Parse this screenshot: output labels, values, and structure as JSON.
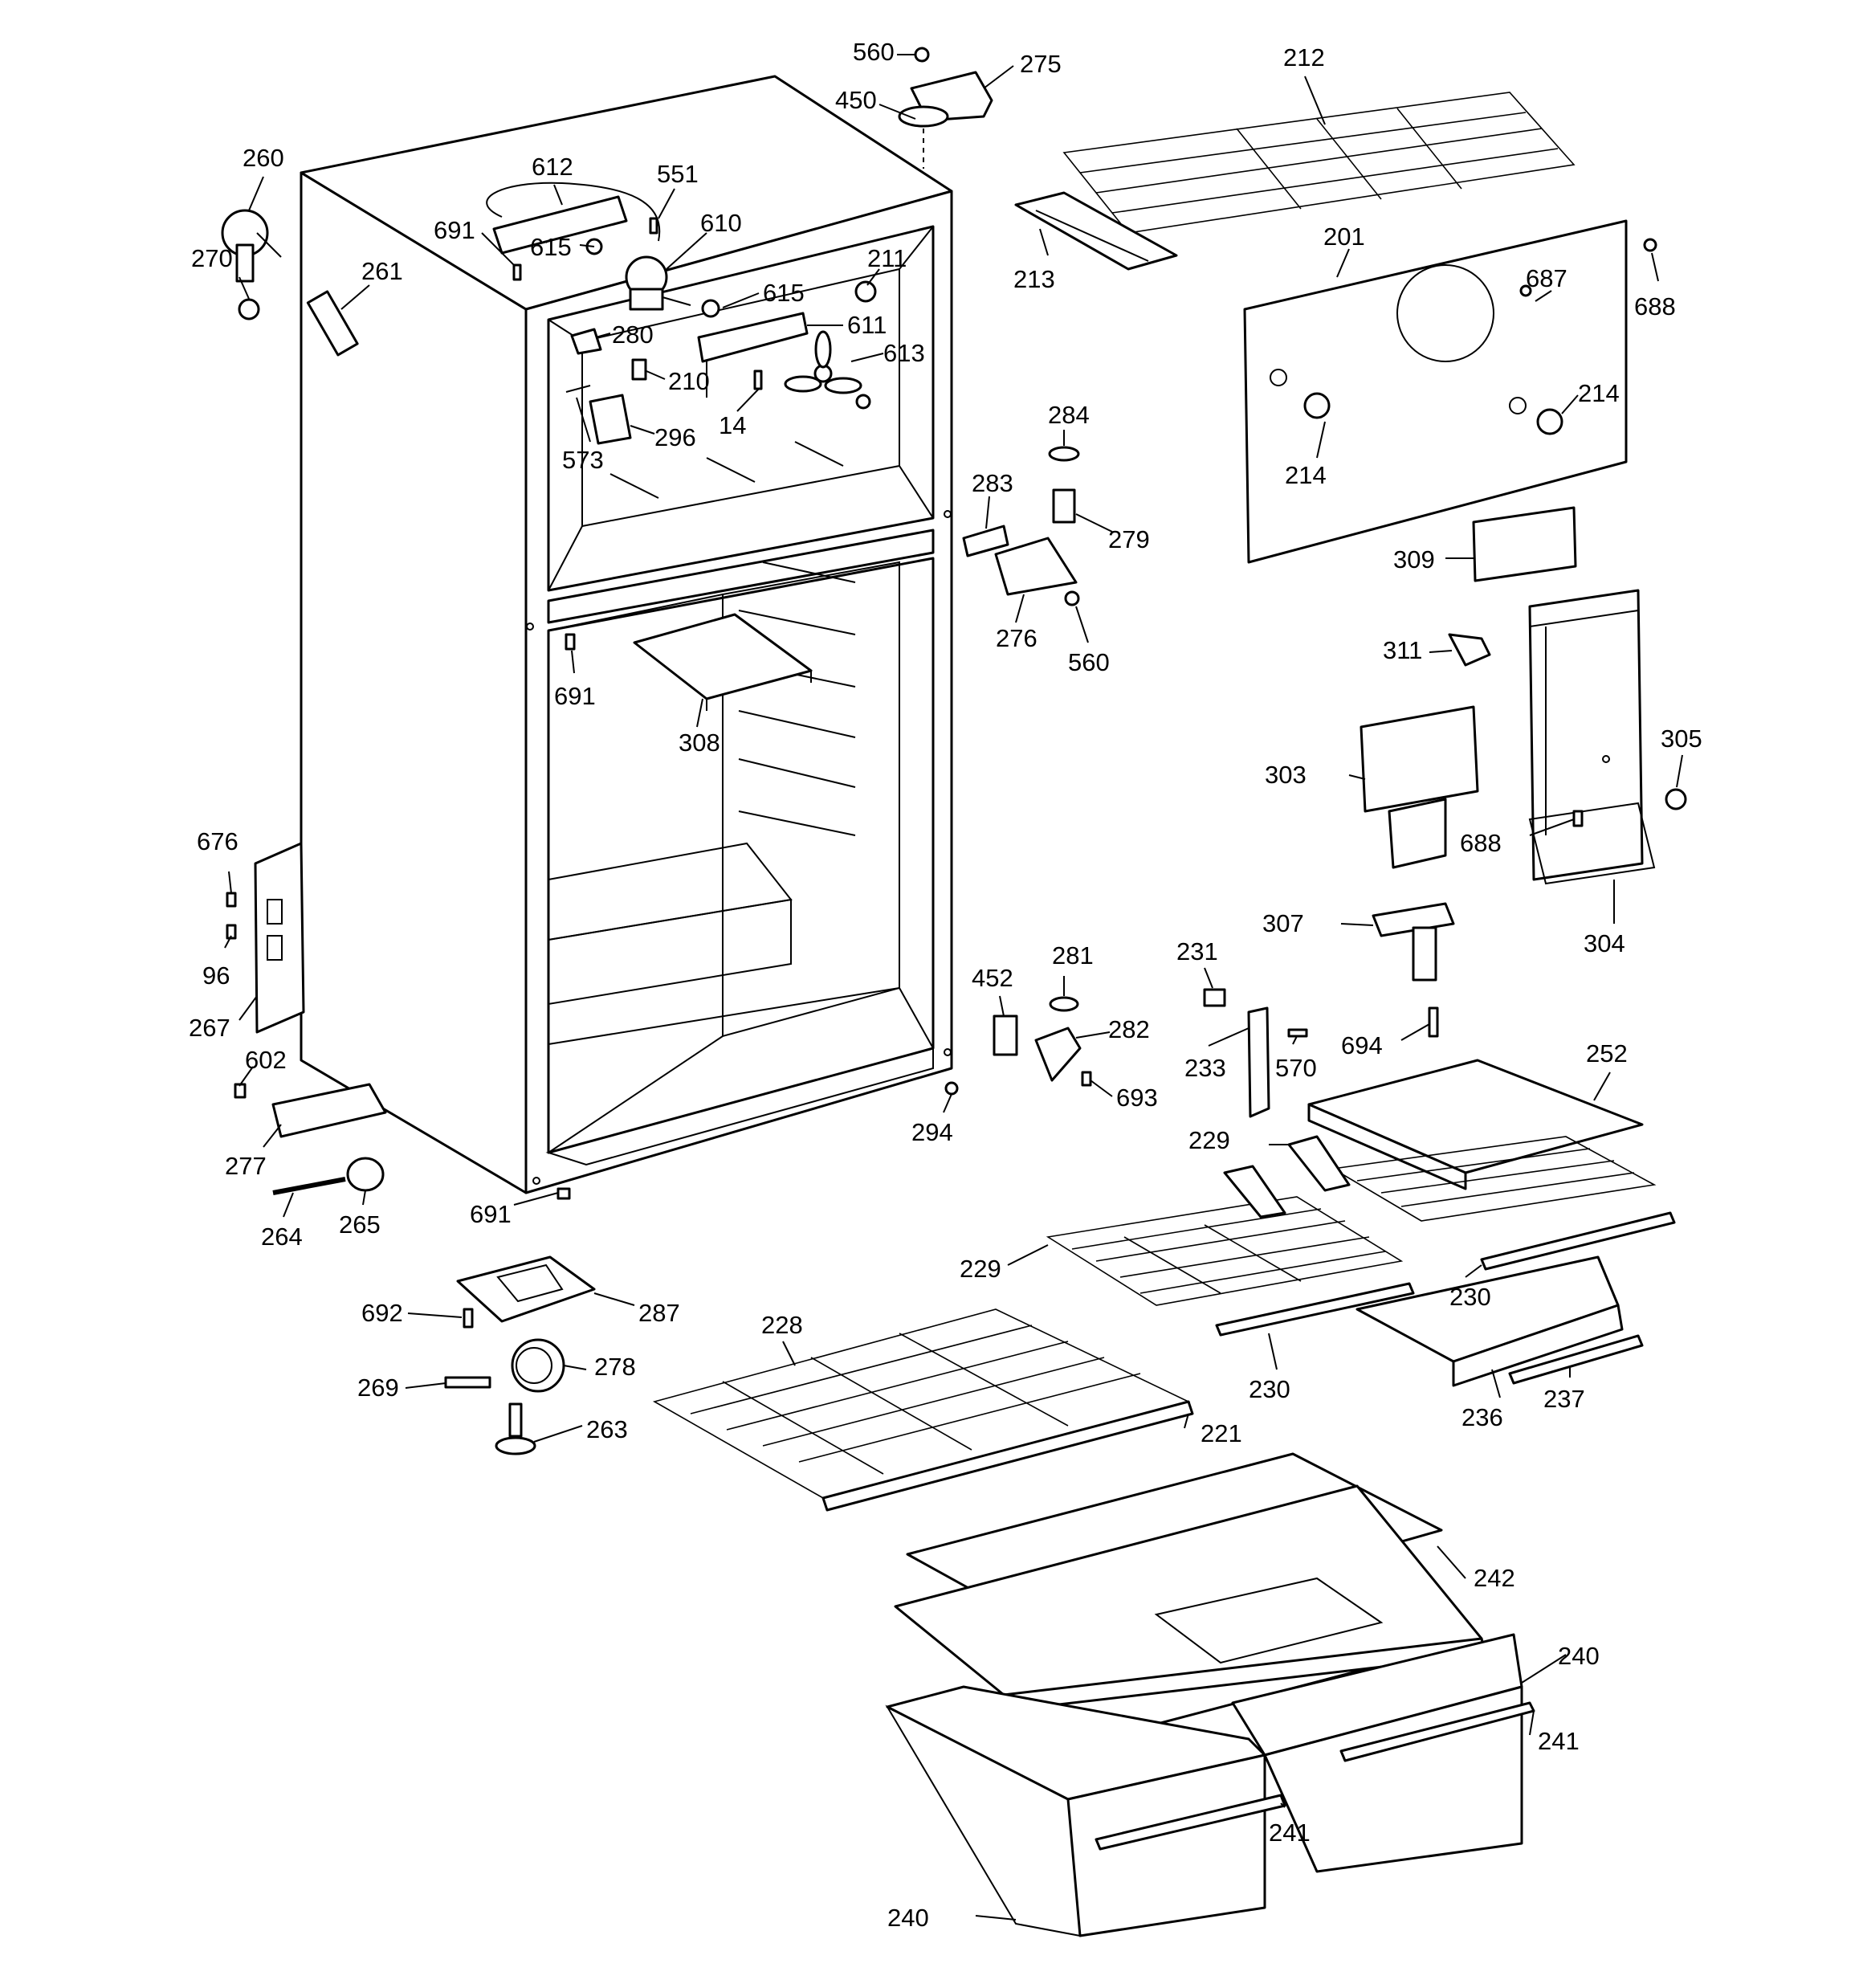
{
  "callouts": {
    "c560a": "560",
    "c275": "275",
    "c450": "450",
    "c212": "212",
    "c260": "260",
    "c612": "612",
    "c551": "551",
    "c610": "610",
    "c691a": "691",
    "c615a": "615",
    "c270": "270",
    "c261": "261",
    "c211": "211",
    "c615b": "615",
    "c611": "611",
    "c280": "280",
    "c210": "210",
    "c613": "613",
    "c14": "14",
    "c296": "296",
    "c573": "573",
    "c213": "213",
    "c201": "201",
    "c687": "687",
    "c688a": "688",
    "c214a": "214",
    "c214b": "214",
    "c284": "284",
    "c283": "283",
    "c279": "279",
    "c276": "276",
    "c560b": "560",
    "c309": "309",
    "c311": "311",
    "c691b": "691",
    "c308": "308",
    "c303": "303",
    "c305": "305",
    "c688b": "688",
    "c304": "304",
    "c307": "307",
    "c676": "676",
    "c96": "96",
    "c267": "267",
    "c452": "452",
    "c281": "281",
    "c282": "282",
    "c693": "693",
    "c231": "231",
    "c233": "233",
    "c570": "570",
    "c694": "694",
    "c252": "252",
    "c602": "602",
    "c294": "294",
    "c277": "277",
    "c229a": "229",
    "c264": "264",
    "c265": "265",
    "c691c": "691",
    "c229b": "229",
    "c230a": "230",
    "c692": "692",
    "c287": "287",
    "c230b": "230",
    "c228": "228",
    "c278": "278",
    "c236": "236",
    "c237": "237",
    "c269": "269",
    "c263": "263",
    "c221": "221",
    "c242": "242",
    "c240a": "240",
    "c241a": "241",
    "c241b": "241",
    "c240b": "240"
  }
}
